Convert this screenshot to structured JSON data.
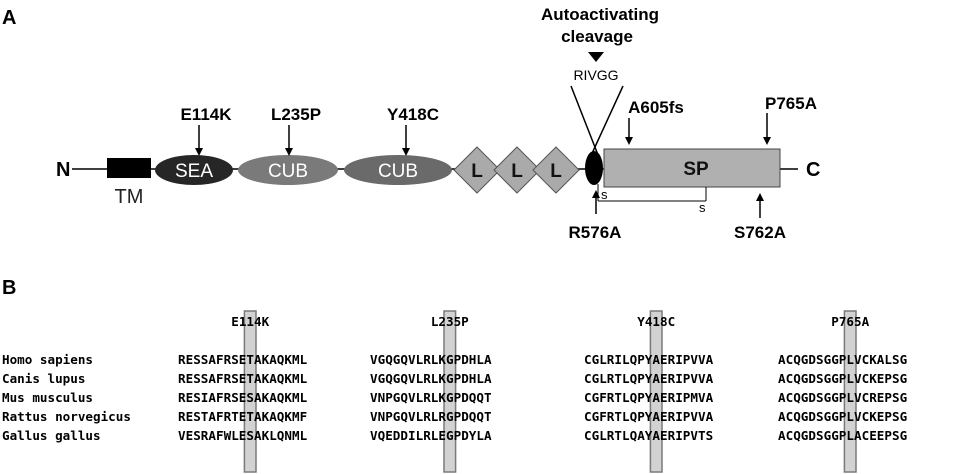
{
  "panels": {
    "a_label": "A",
    "b_label": "B"
  },
  "protein": {
    "n_terminus": "N",
    "c_terminus": "C",
    "tm": "TM",
    "domains": {
      "sea": "SEA",
      "cub1": "CUB",
      "cub2": "CUB",
      "ldl1": "L",
      "ldl2": "L",
      "ldl3": "L",
      "sp": "SP"
    },
    "cleavage_title_line1": "Autoactivating",
    "cleavage_title_line2": "cleavage",
    "cleavage_motif": "RIVGG",
    "disulfide_left": "s",
    "disulfide_right": "s",
    "mutations_top": {
      "e114k": "E114K",
      "l235p": "L235P",
      "y418c": "Y418C",
      "a605fs": "A605fs",
      "p765a": "P765A"
    },
    "mutations_bottom": {
      "r576a": "R576A",
      "s762a": "S762A"
    }
  },
  "alignment": {
    "headers": [
      "E114K",
      "L235P",
      "Y418C",
      "P765A"
    ],
    "species": [
      {
        "name": "Homo sapiens",
        "seqs": [
          "RESSAFRSETAKAQKML",
          "VGQGQVLRLKGPDHLA",
          "CGLRILQPYAERIPVVA",
          "ACQGDSGGPLVCKALSG"
        ]
      },
      {
        "name": "Canis lupus",
        "seqs": [
          "RESSAFRSETAKAQKML",
          "VGQGQVLRLKGPDHLA",
          "CGLRTLQPYAERIPVVA",
          "ACQGDSGGPLVCKEPSG"
        ]
      },
      {
        "name": "Mus musculus",
        "seqs": [
          "RESIAFRSESAKAQKML",
          "VNPGQVLRLKGPDQQT",
          "CGFRTLQPYAERIPMVA",
          "ACQGDSGGPLVCREPSG"
        ]
      },
      {
        "name": "Rattus norvegicus",
        "seqs": [
          "RESTAFRTETAKAQKMF",
          "VNPGQVLRLRGPDQQT",
          "CGFRTLQPYAERIPVVA",
          "ACQGDSGGPLVCKEPSG"
        ]
      },
      {
        "name": "Gallus gallus",
        "seqs": [
          "VESRAFWLESAKLQNML",
          "VQEDDILRLEGPDYLA",
          "CGLRTLQAYAERIPVTS",
          "ACQGDSGGPLACEEPSG"
        ]
      }
    ]
  }
}
